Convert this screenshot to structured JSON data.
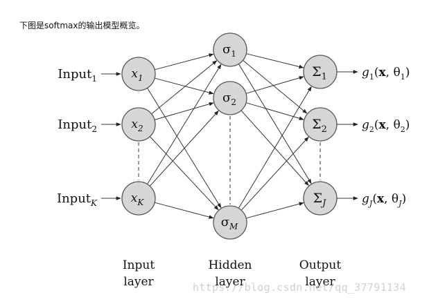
{
  "caption": "下图是softmax的输出模型概览。",
  "watermark": "https://blog.csdn.net/qq_37791134",
  "inputs": [
    {
      "label": "Input",
      "sub": "1",
      "node": "x",
      "node_sub": "1"
    },
    {
      "label": "Input",
      "sub": "2",
      "node": "x",
      "node_sub": "2"
    },
    {
      "label": "Input",
      "sub": "K",
      "node": "x",
      "node_sub": "K"
    }
  ],
  "hidden": [
    {
      "sym": "σ",
      "sub": "1"
    },
    {
      "sym": "σ",
      "sub": "2"
    },
    {
      "sym": "σ",
      "sub": "M"
    }
  ],
  "outputs": [
    {
      "sym": "Σ",
      "sub": "1",
      "fn": "g",
      "fn_sub": "1",
      "args_bold": "x",
      "args_rest": ", θ",
      "theta_sub": "1"
    },
    {
      "sym": "Σ",
      "sub": "2",
      "fn": "g",
      "fn_sub": "2",
      "args_bold": "x",
      "args_rest": ", θ",
      "theta_sub": "2"
    },
    {
      "sym": "Σ",
      "sub": "J",
      "fn": "g",
      "fn_sub": "J",
      "args_bold": "x",
      "args_rest": ", θ",
      "theta_sub": "J"
    }
  ],
  "layer_labels": {
    "input": [
      "Input",
      "layer"
    ],
    "hidden": [
      "Hidden",
      "layer"
    ],
    "output": [
      "Output",
      "layer"
    ]
  }
}
